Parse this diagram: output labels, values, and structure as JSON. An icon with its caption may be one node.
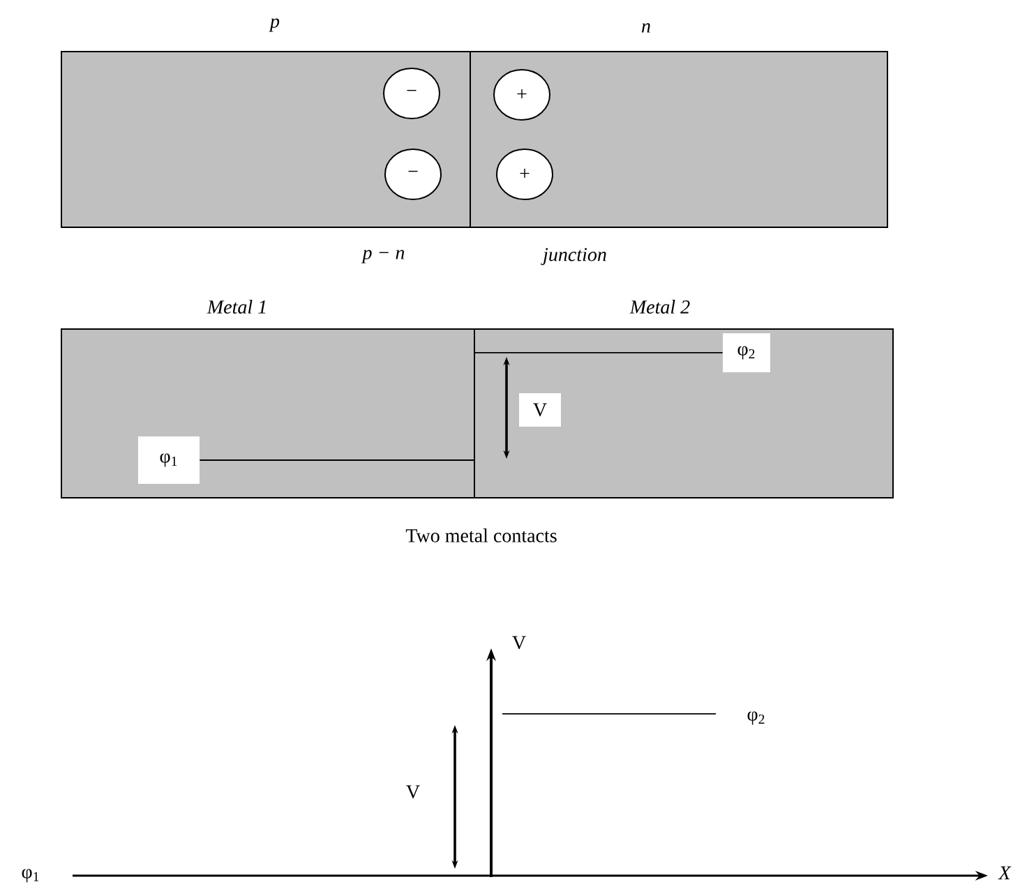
{
  "diagram": {
    "nodes": [
      {
        "text": [
          "p"
        ]
      },
      {
        "text": [
          "n"
        ]
      },
      {
        "text": [
          "−"
        ],
        "in": 0
      },
      {
        "text": [
          "+"
        ],
        "in": 1
      },
      {
        "text": [
          "−"
        ],
        "in": 0
      },
      {
        "text": [
          "+"
        ],
        "in": 1
      },
      {
        "text": [
          "*Metal* 1"
        ]
      },
      {
        "text": [
          "*Metal* 2"
        ]
      },
      {
        "text": [
          "φ$_{2}$"
        ],
        "in": 7
      },
      {
        "text": [
          "V"
        ],
        "in": 7
      },
      {
        "text": [
          "φ$_{1}$"
        ],
        "in": 6
      }
    ],
    "edges": [
      {
        "from": 8,
        "to": 6,
        "arrow": "none"
      },
      {
        "from": 10,
        "to": 7,
        "arrow": "none"
      }
    ],
    "labels": [
      "p − n",
      "junction",
      "Two metal contacts",
      "V",
      "φ$_{2}$",
      "V",
      "φ$_{1}$",
      "X"
    ]
  }
}
